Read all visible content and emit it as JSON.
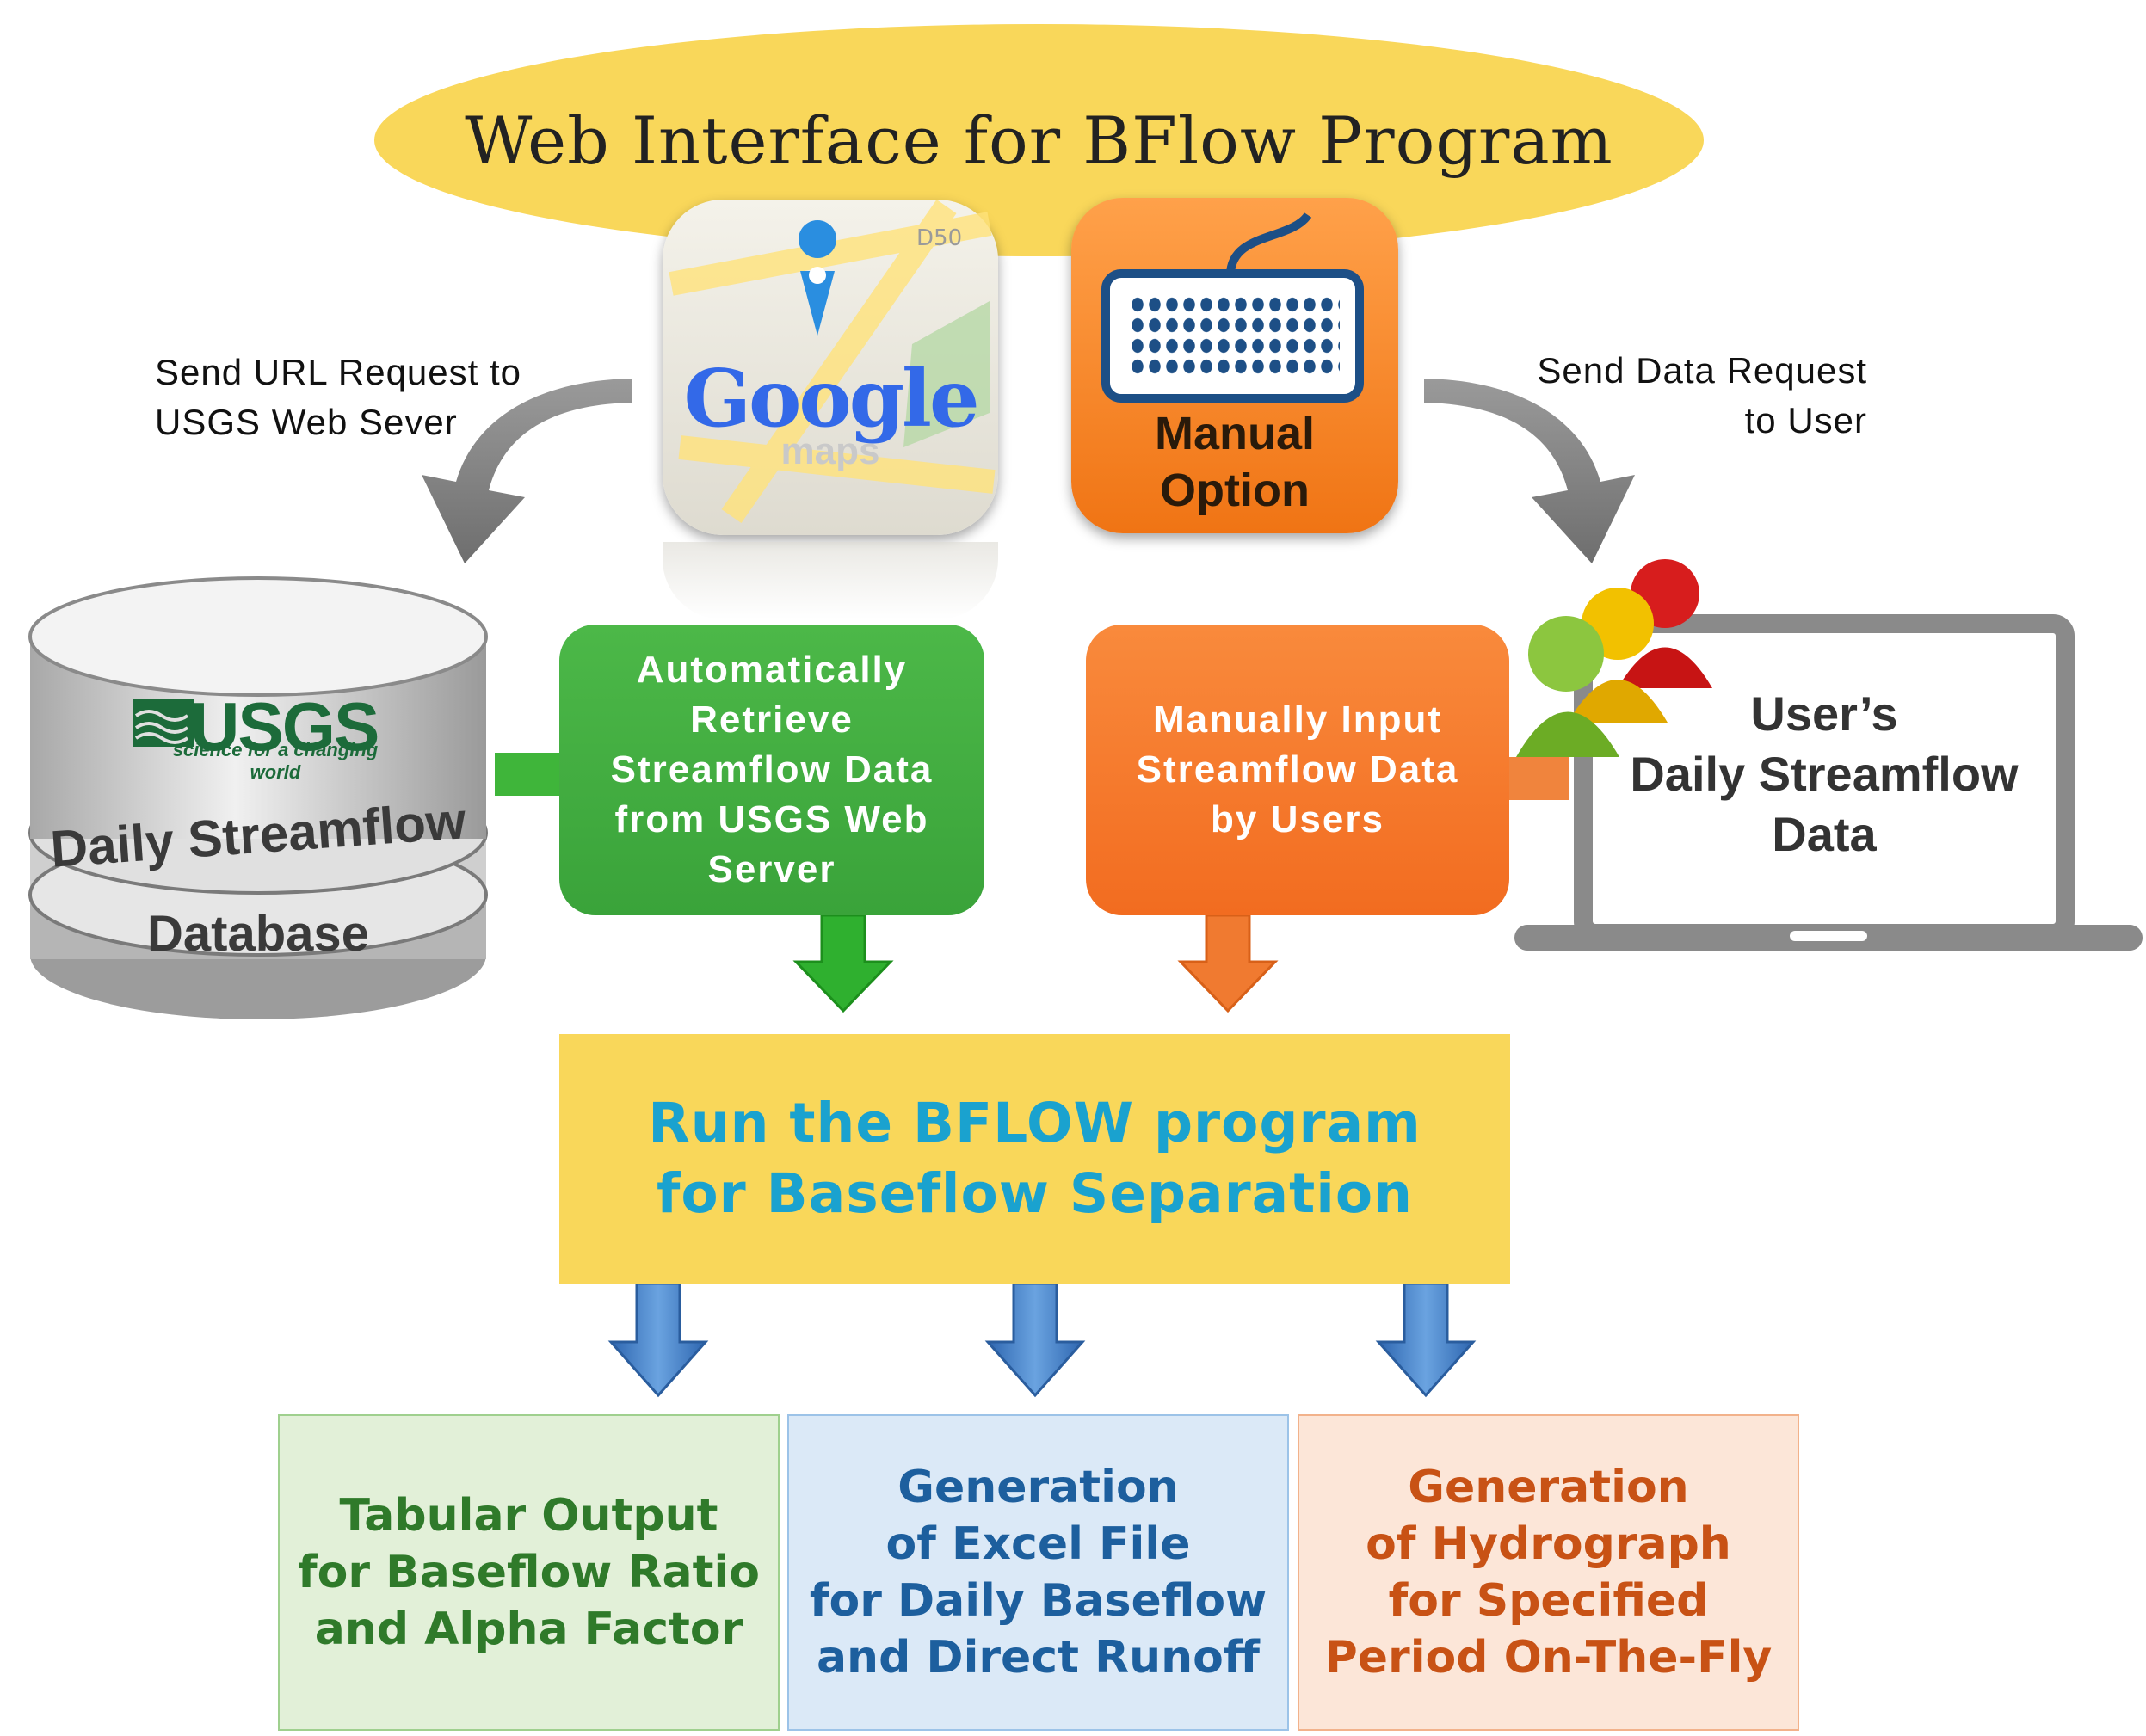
{
  "title": "Web Interface for BFlow Program",
  "notes": {
    "left": [
      "Send URL Request to",
      "USGS Web Sever"
    ],
    "right": [
      "Send Data Request",
      "to User"
    ]
  },
  "icons": {
    "google_maps": {
      "word": "Google",
      "sub": "maps",
      "road_label": "D50"
    },
    "manual": {
      "line1": "Manual",
      "line2": "Option"
    }
  },
  "database": {
    "logo": "USGS",
    "logo_sub": "science for a changing world",
    "label1": "Daily Streamflow",
    "label2": "Database"
  },
  "laptop": {
    "line1": "User’s",
    "line2": "Daily Streamflow",
    "line3": "Data"
  },
  "boxes": {
    "auto": [
      "Automatically",
      "Retrieve",
      "Streamflow Data",
      "from USGS Web",
      "Server"
    ],
    "manual": [
      "Manually Input",
      "Streamflow Data",
      "by Users"
    ]
  },
  "run": [
    "Run the BFLOW program",
    "for Baseflow Separation"
  ],
  "outputs": [
    [
      "Tabular Output",
      "for Baseflow Ratio",
      "and Alpha Factor"
    ],
    [
      "Generation",
      "of Excel File",
      "for Daily Baseflow",
      "and Direct Runoff"
    ],
    [
      "Generation",
      "of Hydrograph",
      "for Specified",
      "Period On-The-Fly"
    ]
  ],
  "colors": {
    "ellipse": "#f9d75a",
    "green": "#3aa33a",
    "orange": "#f26c20",
    "blue_arrow": "#3b78c2",
    "run_text": "#1aa2cf"
  }
}
